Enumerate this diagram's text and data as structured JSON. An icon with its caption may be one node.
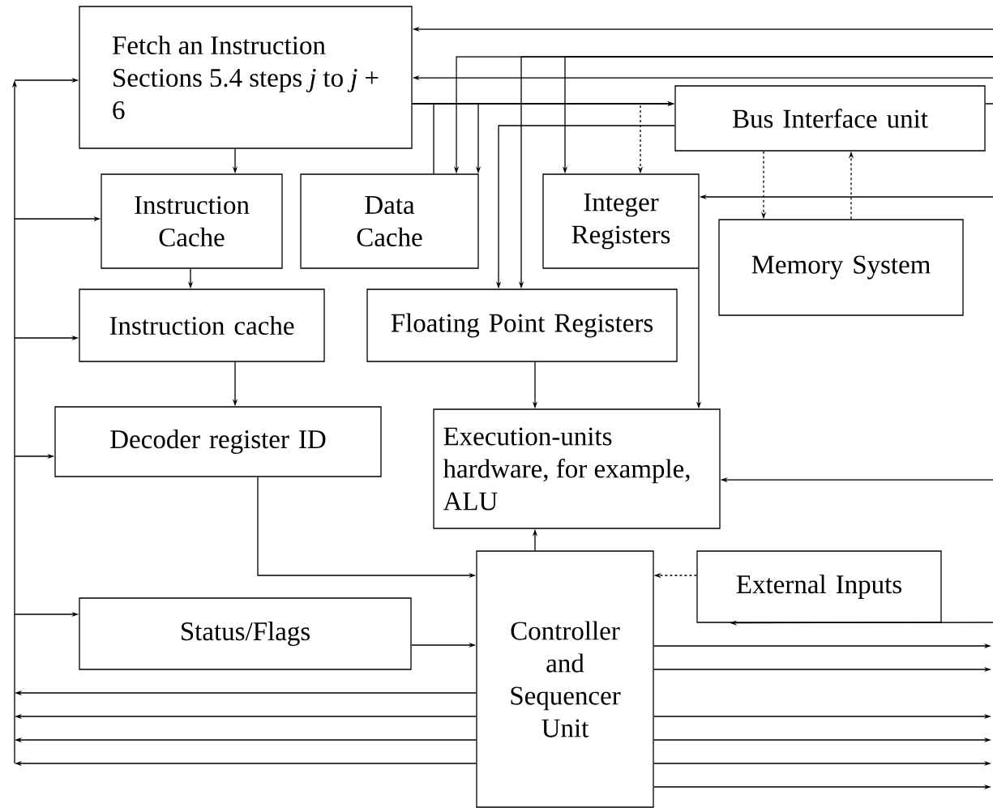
{
  "diagram": {
    "nodes": [
      {
        "text": [
          "Fetch an Instruction Sections 5.4 steps *j* to *j* + 6"
        ]
      },
      {
        "text": [
          "Instruction Cache"
        ]
      },
      {
        "text": [
          "Data Cache"
        ]
      },
      {
        "text": [
          "Integer Registers"
        ]
      },
      {
        "text": [
          "Bus Interface unit"
        ]
      },
      {
        "text": [
          "Memory System"
        ]
      },
      {
        "text": [
          "Instruction cache"
        ]
      },
      {
        "text": [
          "Floating Point Registers"
        ]
      },
      {
        "text": [
          "Decoder register ID"
        ]
      },
      {
        "text": [
          "Execution-units hardware, for example, ALU"
        ]
      },
      {
        "text": [
          "External Inputs"
        ]
      },
      {
        "text": [
          "Status/Flags"
        ]
      },
      {
        "text": [
          "Controller and Sequencer Unit"
        ]
      }
    ],
    "edges": [
      {
        "from": null,
        "to": 0,
        "arrow": "to"
      },
      {
        "from": null,
        "to": 0,
        "arrow": "to"
      },
      {
        "from": 0,
        "to": 4,
        "arrow": "to"
      },
      {
        "from": 0,
        "to": 2,
        "arrow": "to"
      },
      {
        "from": 2,
        "to": 4,
        "arrow": "to"
      },
      {
        "from": null,
        "to": 2,
        "arrow": "to"
      },
      {
        "from": null,
        "to": 7,
        "arrow": "to"
      },
      {
        "from": null,
        "to": 3,
        "arrow": "to"
      },
      {
        "from": 4,
        "to": 7,
        "arrow": "to"
      },
      {
        "from": null,
        "to": 3,
        "arrow": "to",
        "style": "dashed"
      },
      {
        "from": 4,
        "to": 5,
        "arrow": "to",
        "style": "dashed"
      },
      {
        "from": 5,
        "to": 4,
        "arrow": "to",
        "style": "dashed"
      },
      {
        "from": 4,
        "to": null,
        "arrow": "none"
      },
      {
        "from": null,
        "to": 3,
        "arrow": "to"
      },
      {
        "from": 3,
        "to": 9,
        "arrow": "to"
      },
      {
        "from": 7,
        "to": 9,
        "arrow": "to"
      },
      {
        "from": null,
        "to": 9,
        "arrow": "to"
      },
      {
        "from": 0,
        "to": 1,
        "arrow": "to"
      },
      {
        "from": 1,
        "to": 6,
        "arrow": "to"
      },
      {
        "from": 6,
        "to": 8,
        "arrow": "to"
      },
      {
        "from": 8,
        "to": 12,
        "arrow": "to"
      },
      {
        "from": 11,
        "to": 12,
        "arrow": "to"
      },
      {
        "from": 12,
        "to": 9,
        "arrow": "to"
      },
      {
        "from": 10,
        "to": 12,
        "arrow": "to",
        "style": "dashed"
      },
      {
        "from": null,
        "to": 10,
        "arrow": "to"
      },
      {
        "from": 12,
        "to": null,
        "arrow": "to"
      },
      {
        "from": 12,
        "to": null,
        "arrow": "to"
      },
      {
        "from": 12,
        "to": null,
        "arrow": "to"
      },
      {
        "from": 12,
        "to": null,
        "arrow": "to"
      },
      {
        "from": null,
        "to": 0,
        "arrow": "to"
      },
      {
        "from": null,
        "to": 1,
        "arrow": "to"
      },
      {
        "from": null,
        "to": 6,
        "arrow": "to"
      },
      {
        "from": null,
        "to": 8,
        "arrow": "to"
      },
      {
        "from": null,
        "to": 11,
        "arrow": "to"
      },
      {
        "from": 12,
        "to": null,
        "arrow": "to"
      },
      {
        "from": 12,
        "to": null,
        "arrow": "to"
      },
      {
        "from": 12,
        "to": null,
        "arrow": "to"
      },
      {
        "from": 12,
        "to": null,
        "arrow": "to"
      },
      {
        "from": 12,
        "to": null,
        "arrow": "to"
      },
      {
        "from": 12,
        "to": null,
        "arrow": "to"
      }
    ]
  }
}
